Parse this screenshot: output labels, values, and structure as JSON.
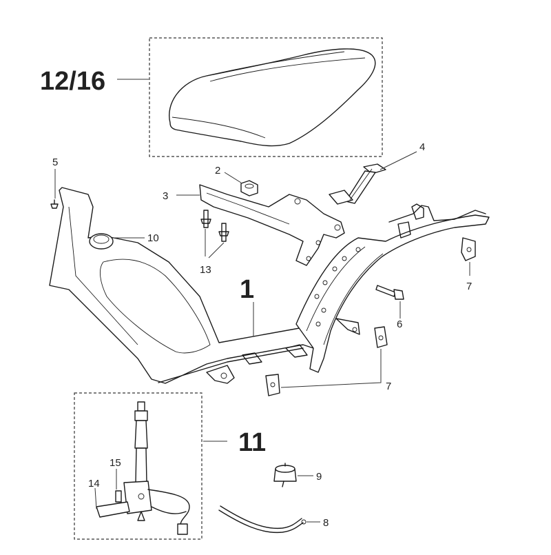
{
  "diagram": {
    "callouts": {
      "seat": "12/16",
      "frame": "1",
      "nut": "2",
      "bracket": "3",
      "strap": "4",
      "screw": "5",
      "bolt": "6",
      "clip_right": "7",
      "clip_lower": "7",
      "hose": "8",
      "filter": "9",
      "cap": "10",
      "tap_group": "11",
      "studs": "13",
      "tap_lever": "14",
      "tap_screw": "15"
    }
  }
}
